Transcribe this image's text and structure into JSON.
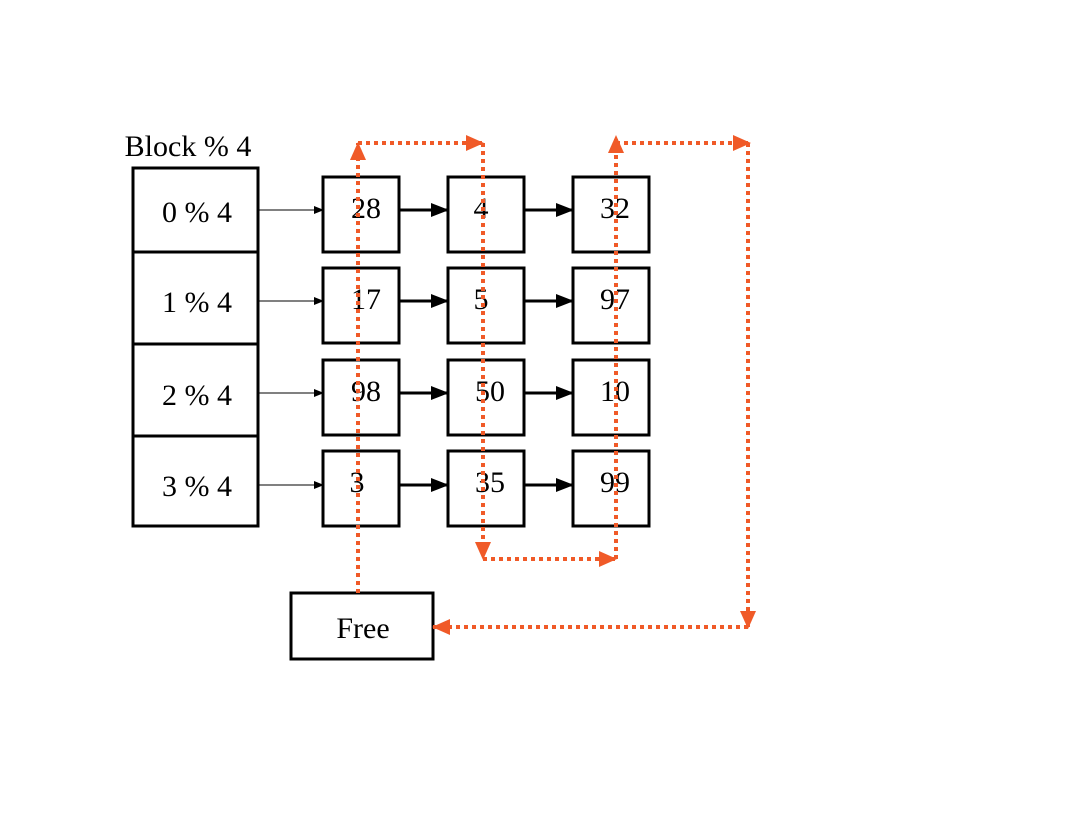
{
  "title": "Block % 4",
  "hash_buckets": [
    "0 % 4",
    "1 % 4",
    "2 % 4",
    "3 % 4"
  ],
  "chains": [
    [
      "28",
      "4",
      "32"
    ],
    [
      "17",
      "5",
      "97"
    ],
    [
      "98",
      "50",
      "10"
    ],
    [
      "3",
      "35",
      "99"
    ]
  ],
  "free_label": "Free",
  "colors": {
    "box_stroke": "#000000",
    "free_list_arrow": "#f05a28"
  }
}
